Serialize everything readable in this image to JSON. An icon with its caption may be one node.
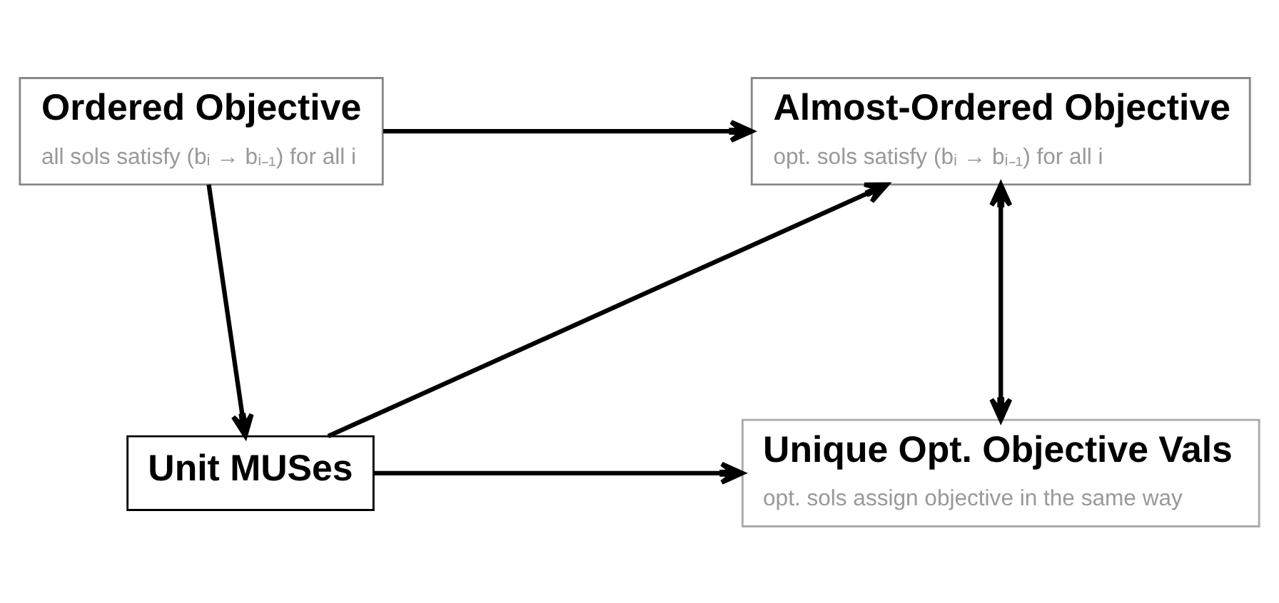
{
  "diagram": {
    "nodes": [
      {
        "text": [
          "Ordered Objective",
          "all sols satisfy (bᵢ → bᵢ₋₁) for all i"
        ]
      },
      {
        "text": [
          "Almost-Ordered Objective",
          "opt. sols satisfy (bᵢ → bᵢ₋₁) for all i"
        ]
      },
      {
        "text": [
          "Unit MUSes"
        ]
      },
      {
        "text": [
          "Unique Opt. Objective Vals",
          "opt. sols assign objective in the same way"
        ]
      }
    ],
    "edges": [
      {
        "from": 0,
        "to": 1,
        "arrow": "to"
      },
      {
        "from": 0,
        "to": 2,
        "arrow": "to"
      },
      {
        "from": 2,
        "to": 1,
        "arrow": "to"
      },
      {
        "from": 1,
        "to": 3,
        "arrow": "both"
      },
      {
        "from": 2,
        "to": 3,
        "arrow": "to"
      }
    ]
  }
}
